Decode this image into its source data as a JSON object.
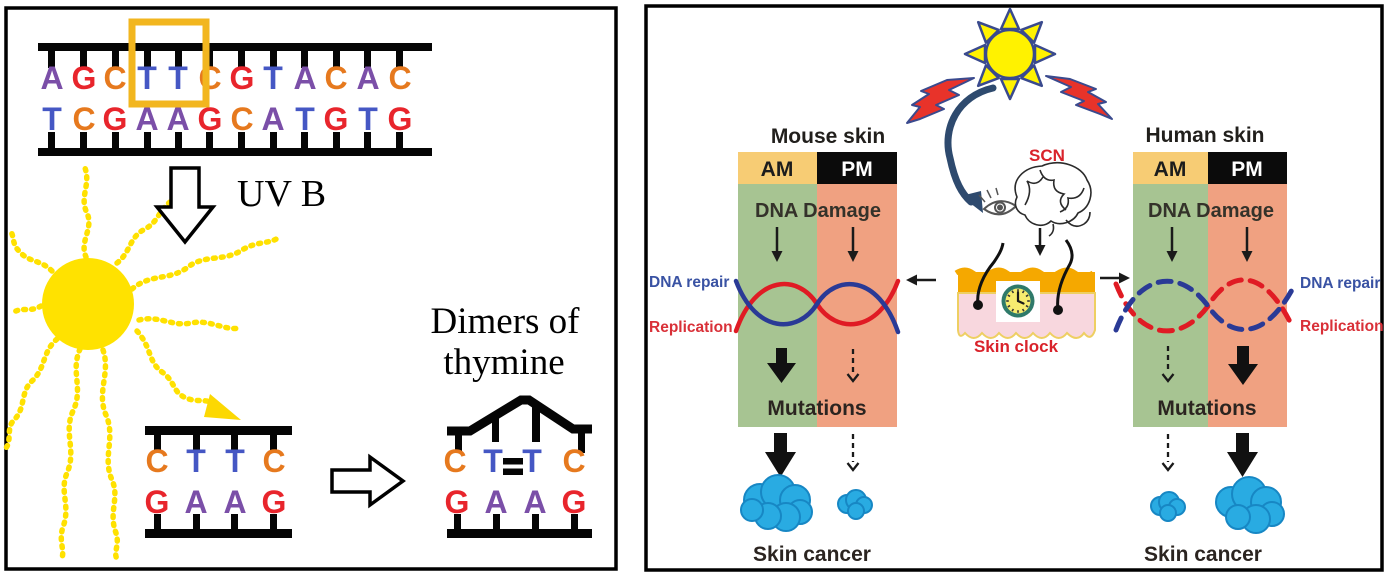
{
  "left_panel": {
    "uv_label": "UV B",
    "dimer_caption": {
      "line1": "Dimers of",
      "line2": "thymine"
    },
    "base_colors": {
      "A": "#7b4fa8",
      "G": "#e8252c",
      "C": "#e6791e",
      "T": "#4557c4"
    },
    "dna": {
      "top": [
        "A",
        "G",
        "C",
        "T",
        "T",
        "C",
        "G",
        "T",
        "A",
        "C",
        "A",
        "C"
      ],
      "bottom": [
        "T",
        "C",
        "G",
        "A",
        "A",
        "G",
        "C",
        "A",
        "T",
        "G",
        "T",
        "G"
      ]
    },
    "fragment": {
      "top": [
        "C",
        "T",
        "T",
        "C"
      ],
      "bottom": [
        "G",
        "A",
        "A",
        "G"
      ]
    },
    "dimer": {
      "top": [
        "C",
        "T",
        "T",
        "C"
      ],
      "bottom": [
        "G",
        "A",
        "A",
        "G"
      ]
    }
  },
  "right_panel": {
    "scn_label": "SCN",
    "skin_clock_label": "Skin clock",
    "mouse": {
      "title": "Mouse skin",
      "am": "AM",
      "pm": "PM",
      "dna_damage": "DNA Damage",
      "dna_repair": "DNA repair",
      "replication": "Replication",
      "mutations": "Mutations",
      "skin_cancer": "Skin cancer"
    },
    "human": {
      "title": "Human skin",
      "am": "AM",
      "pm": "PM",
      "dna_damage": "DNA Damage",
      "dna_repair": "DNA repair",
      "replication": "Replication",
      "mutations": "Mutations",
      "skin_cancer": "Skin cancer"
    }
  },
  "colors": {
    "highlight_box_gold": "#f2b61f",
    "sun_yellow_left": "#ffe200",
    "ray_yellow": "#ffe100",
    "sun_yellow_right": "#fff200",
    "sun_outline_navy": "#3a4a8e",
    "bolt_red": "#e8332a",
    "curved_arrow_blue": "#2e4a6e",
    "am_header_tan": "#f7cc74",
    "pm_header_black": "#0b0b0b",
    "am_column_green": "#a7c492",
    "pm_column_salmon": "#f0a181",
    "wave_red": "#e01b24",
    "wave_blue": "#2a3a96",
    "label_blue": "#3952a3",
    "label_red": "#d93038",
    "scn_red": "#d9232b",
    "cloud_blue": "#29abe2",
    "epidermis_orange": "#f5a800",
    "dermis_pink": "#f8d7de",
    "clock_ring_teal": "#2f7a6a",
    "clock_face_yellow": "#f7ec6f"
  }
}
